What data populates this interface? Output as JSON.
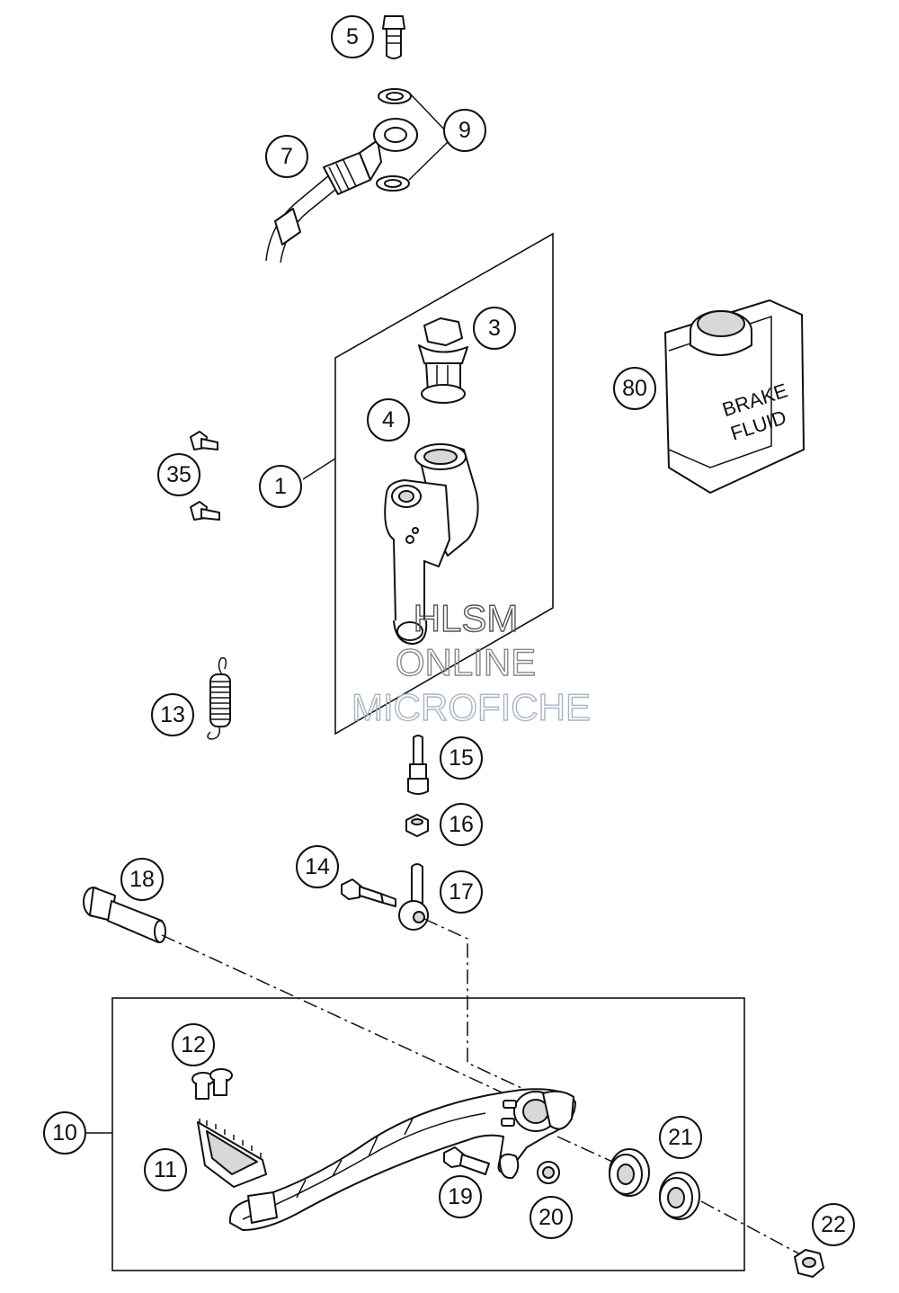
{
  "watermark": {
    "line1": "HLSM",
    "line2": "ONLINE",
    "line3": "MICROFICHE",
    "colors": {
      "line1": "#555555",
      "line2": "#888888",
      "line3": "#a8b4c4"
    }
  },
  "brake_fluid": {
    "line1": "BRAKE",
    "line2": "FLUID"
  },
  "callouts": [
    {
      "id": "1",
      "label": "1"
    },
    {
      "id": "3",
      "label": "3"
    },
    {
      "id": "4",
      "label": "4"
    },
    {
      "id": "5",
      "label": "5"
    },
    {
      "id": "7",
      "label": "7"
    },
    {
      "id": "9",
      "label": "9"
    },
    {
      "id": "10",
      "label": "10"
    },
    {
      "id": "11",
      "label": "11"
    },
    {
      "id": "12",
      "label": "12"
    },
    {
      "id": "13",
      "label": "13"
    },
    {
      "id": "14",
      "label": "14"
    },
    {
      "id": "15",
      "label": "15"
    },
    {
      "id": "16",
      "label": "16"
    },
    {
      "id": "17",
      "label": "17"
    },
    {
      "id": "18",
      "label": "18"
    },
    {
      "id": "19",
      "label": "19"
    },
    {
      "id": "20",
      "label": "20"
    },
    {
      "id": "21",
      "label": "21"
    },
    {
      "id": "22",
      "label": "22"
    },
    {
      "id": "35",
      "label": "35"
    },
    {
      "id": "80",
      "label": "80"
    }
  ]
}
